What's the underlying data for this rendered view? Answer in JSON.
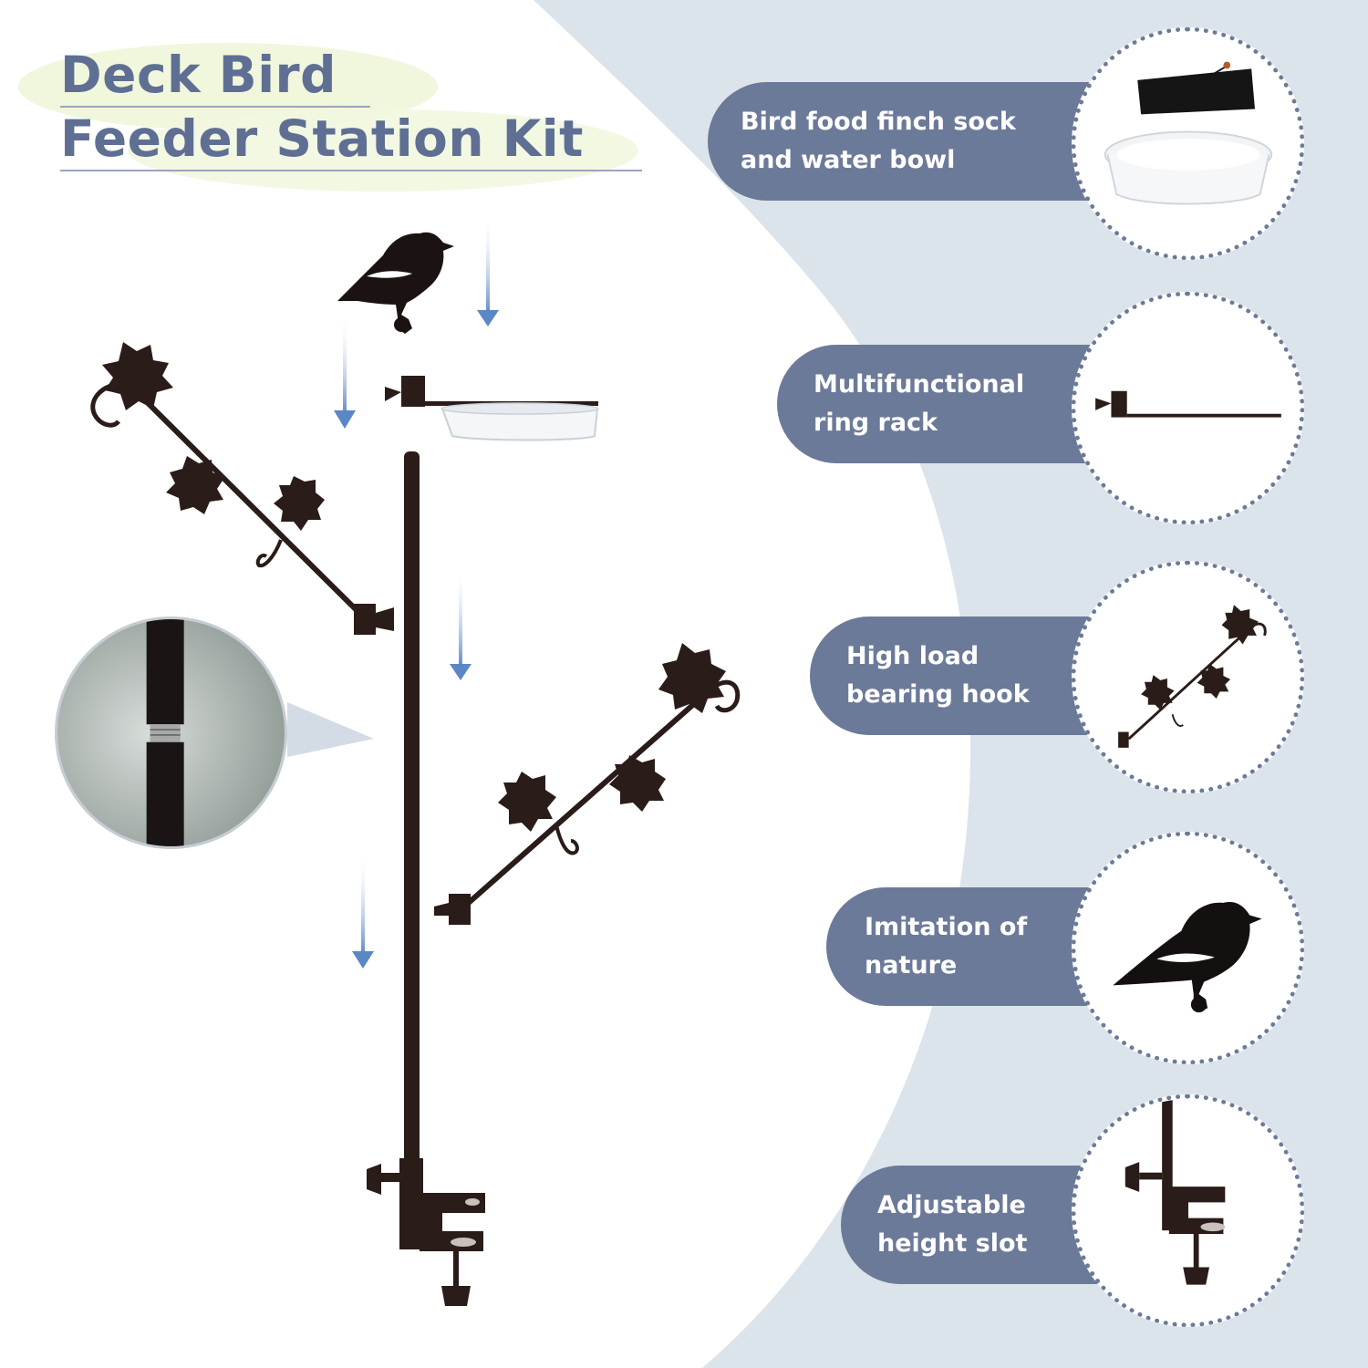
{
  "title": {
    "line1": "Deck Bird",
    "line2": "Feeder Station Kit"
  },
  "features": [
    {
      "line1": "Bird food finch sock",
      "line2": "and water bowl",
      "icon": "sock-and-bowl-icon"
    },
    {
      "line1": "Multifunctional",
      "line2": "ring rack",
      "icon": "ring-rack-icon"
    },
    {
      "line1": "High load",
      "line2": "bearing hook",
      "icon": "hook-arm-icon"
    },
    {
      "line1": "Imitation of",
      "line2": "nature",
      "icon": "bird-silhouette-icon"
    },
    {
      "line1": "Adjustable",
      "line2": "height slot",
      "icon": "clamp-icon"
    }
  ],
  "colors": {
    "accent": "#6c7a99",
    "title": "#5f6f94",
    "background_curve": "#dbe4ea",
    "metal": "#2a1c18",
    "arrow": "#5b87c5"
  }
}
